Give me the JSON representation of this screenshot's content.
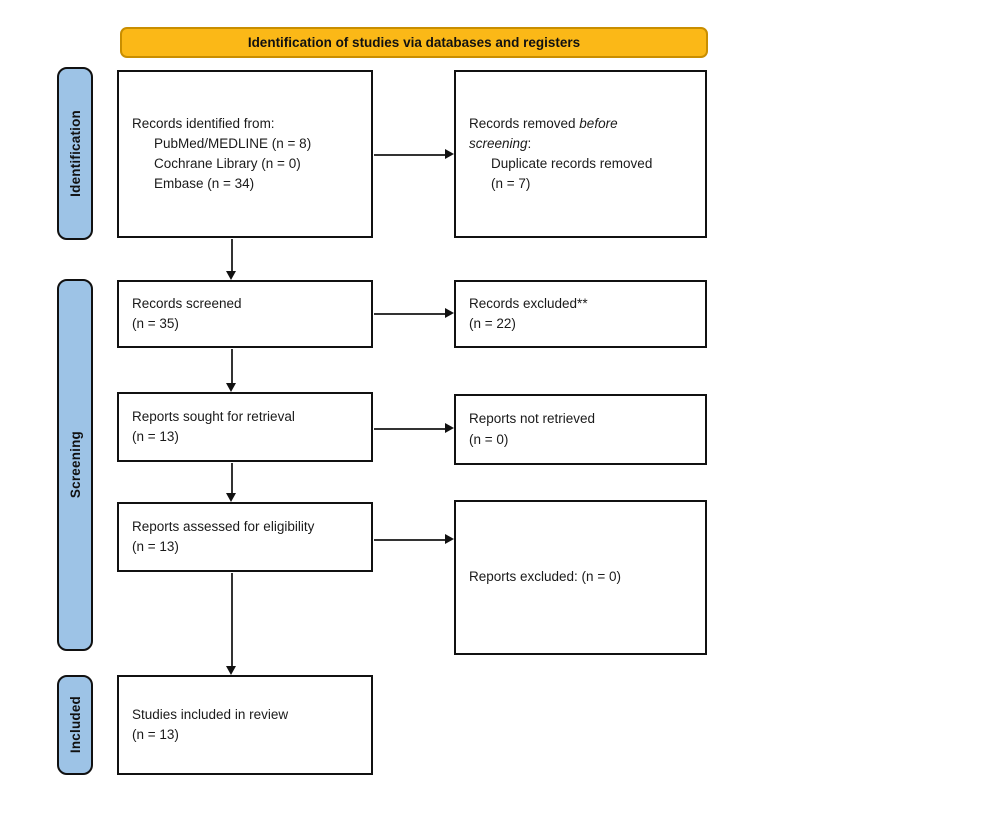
{
  "banner": {
    "title": "Identification of studies via databases and registers"
  },
  "stages": {
    "identification": "Identification",
    "screening": "Screening",
    "included": "Included"
  },
  "colors": {
    "banner_fill": "#FBB817",
    "banner_border": "#C98E00",
    "stage_fill": "#9DC3E6",
    "box_border": "#111111",
    "arrow": "#333333"
  },
  "boxes": {
    "records_identified": {
      "title": "Records identified from:",
      "items": [
        "PubMed/MEDLINE (n = 8)",
        "Cochrane Library (n = 0)",
        "Embase (n = 34)"
      ]
    },
    "records_removed": {
      "line1_normal": "Records removed ",
      "line1_italic": "before",
      "line2_italic": "screening",
      "line2_normal": ":",
      "items": [
        "Duplicate records removed",
        "(n = 7)"
      ]
    },
    "records_screened": {
      "line1": "Records screened",
      "line2": "(n = 35)"
    },
    "records_excluded": {
      "line1": "Records excluded**",
      "line2": "(n = 22)"
    },
    "reports_sought": {
      "line1": "Reports sought for retrieval",
      "line2": "(n = 13)"
    },
    "reports_not_retrieved": {
      "line1": "Reports not retrieved",
      "line2": "(n = 0)"
    },
    "reports_assessed": {
      "line1": "Reports assessed for eligibility",
      "line2": "(n = 13)"
    },
    "reports_excluded": {
      "line1": "Reports excluded: (n = 0)"
    },
    "studies_included": {
      "line1": "Studies included in review",
      "line2": "(n = 13)"
    }
  }
}
